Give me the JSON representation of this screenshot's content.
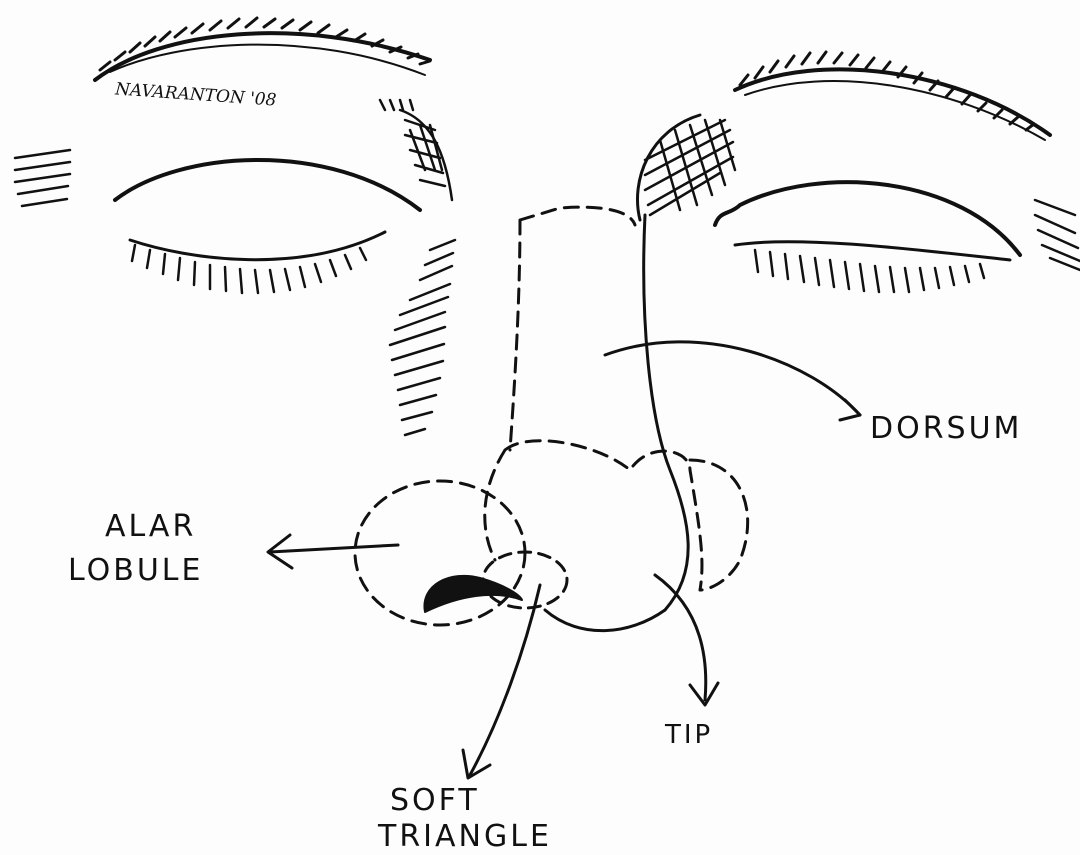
{
  "labels": {
    "dorsum": "DORSUM",
    "alar_lobule_line1": "ALAR",
    "alar_lobule_line2": "LOBULE",
    "tip": "TIP",
    "soft_triangle_line1": "SOFT",
    "soft_triangle_line2": "TRIANGLE"
  },
  "signature": "NAVARANTON '08",
  "colors": {
    "ink": "#111111",
    "paper": "#fdfdfd"
  }
}
